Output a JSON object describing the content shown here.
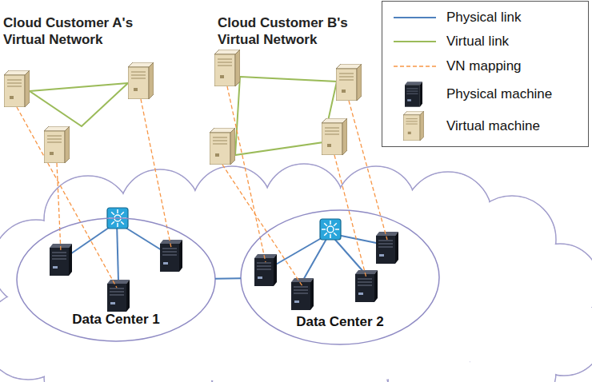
{
  "diagram": {
    "nodes": [
      {
        "text": [
          "Data Center 1"
        ]
      },
      {
        "text": [
          "Data Center 2"
        ]
      }
    ],
    "edges": [
      {
        "from": 0,
        "to": 1,
        "arrow": "none"
      }
    ],
    "labels": [
      "Cloud Customer A's Virtual Network",
      "Cloud Customer B's Virtual Network"
    ],
    "legend": [
      {
        "text": "Physical link"
      },
      {
        "text": "Virtual link"
      },
      {
        "text": "VN mapping"
      },
      {
        "text": "Physical machine"
      },
      {
        "text": "Virtual machine"
      }
    ]
  }
}
